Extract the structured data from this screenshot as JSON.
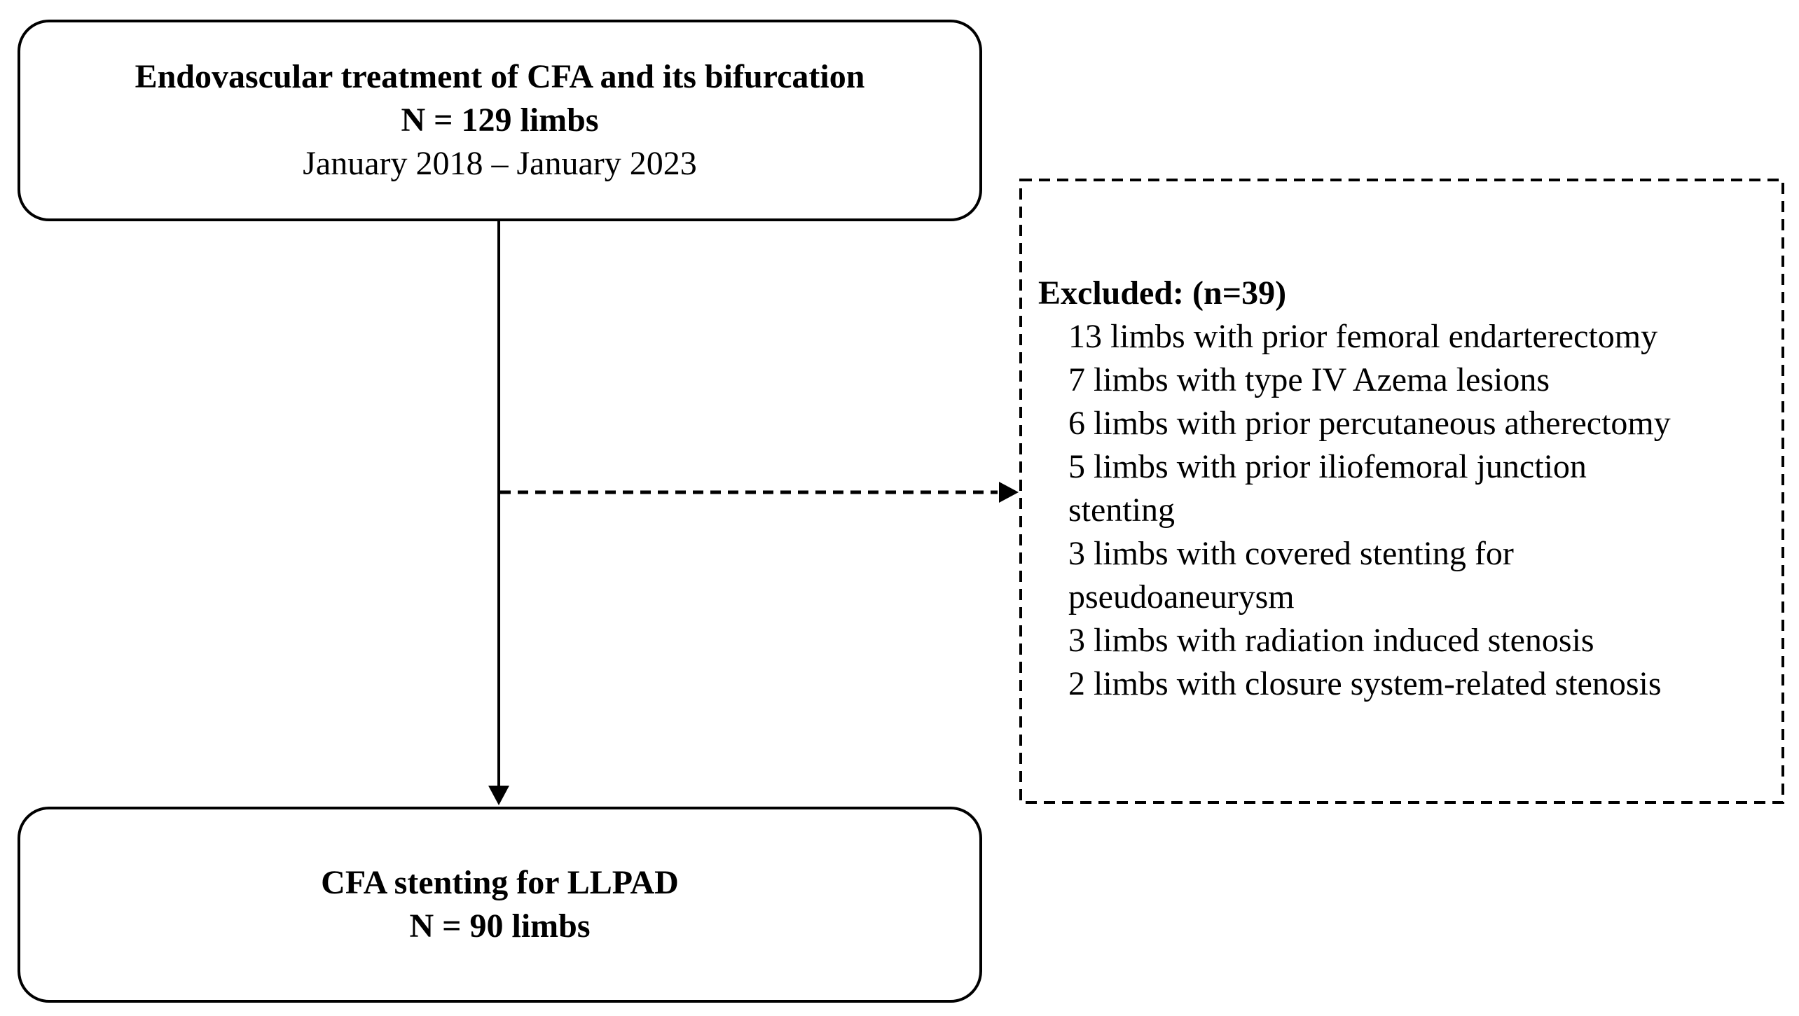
{
  "diagram": {
    "top_box": {
      "title": "Endovascular treatment of CFA and its bifurcation",
      "count": "N = 129 limbs",
      "period": "January 2018 – January 2023"
    },
    "excluded_box": {
      "heading": "Excluded: (n=39)",
      "items": [
        "13 limbs with prior femoral endarterectomy",
        "7 limbs with type IV Azema lesions",
        "6 limbs with prior percutaneous atherectomy",
        "5 limbs with prior iliofemoral junction\nstenting",
        "3 limbs with covered stenting for\npseudoaneurysm",
        "3 limbs with radiation induced stenosis",
        "2 limbs with closure system-related stenosis"
      ]
    },
    "bottom_box": {
      "title": "CFA stenting for LLPAD",
      "count": "N = 90 limbs"
    },
    "colors": {
      "ink": "#000000",
      "background": "#ffffff"
    }
  }
}
